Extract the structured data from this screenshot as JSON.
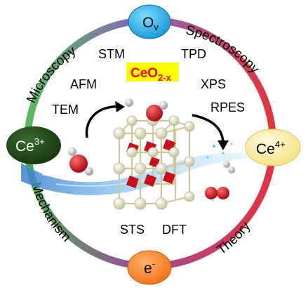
{
  "nodes": {
    "top": {
      "text": "O",
      "sub": "v"
    },
    "left": {
      "text": "Ce",
      "sup": "3+"
    },
    "right": {
      "text": "Ce",
      "sup": "4+"
    },
    "bottom": {
      "text": "e",
      "sup": "-"
    }
  },
  "arc_labels": {
    "top_left": "Microscopy",
    "top_right": "Spectroscopy",
    "bottom_left": "Mechanism",
    "bottom_right": "Theory"
  },
  "techniques": {
    "stm": "STM",
    "tpd": "TPD",
    "afm": "AFM",
    "xps": "XPS",
    "tem": "TEM",
    "rpes": "RPES",
    "sts": "STS",
    "dft": "DFT"
  },
  "center_label": {
    "base": "CeO",
    "sub": "2-x"
  },
  "colors": {
    "ring_green": "#4caf50",
    "ring_red": "#e53935",
    "ring_blue": "#3f51b5",
    "node_top": "#29b6f6",
    "node_left": "#1f4d17",
    "node_right": "#fff0a6",
    "node_bottom": "#ff7f27",
    "label_bg": "#ffff00",
    "label_text": "#ff0000",
    "oxygen": "#c8101c",
    "cerium": "#f1eccb"
  }
}
